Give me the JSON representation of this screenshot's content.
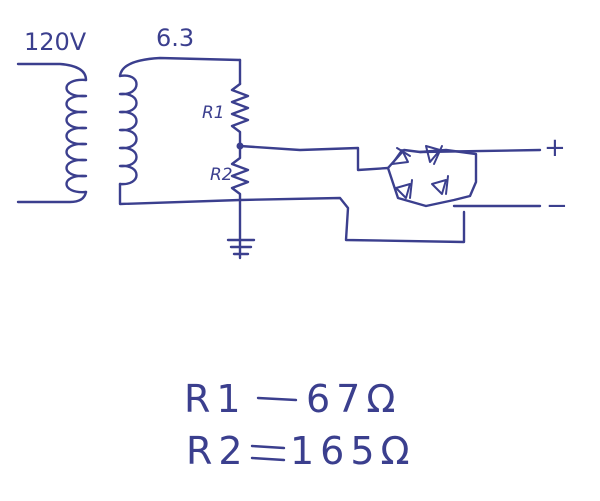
{
  "diagram": {
    "primary_voltage": "120V",
    "secondary_voltage": "6.3",
    "resistor_1_label": "R1",
    "resistor_2_label": "R2",
    "output_positive": "+",
    "output_negative": "−",
    "equations": [
      {
        "name": "R1",
        "value": "67Ω"
      },
      {
        "name": "R2",
        "value": "165Ω"
      }
    ],
    "ink_color": "#3b3f8e"
  }
}
